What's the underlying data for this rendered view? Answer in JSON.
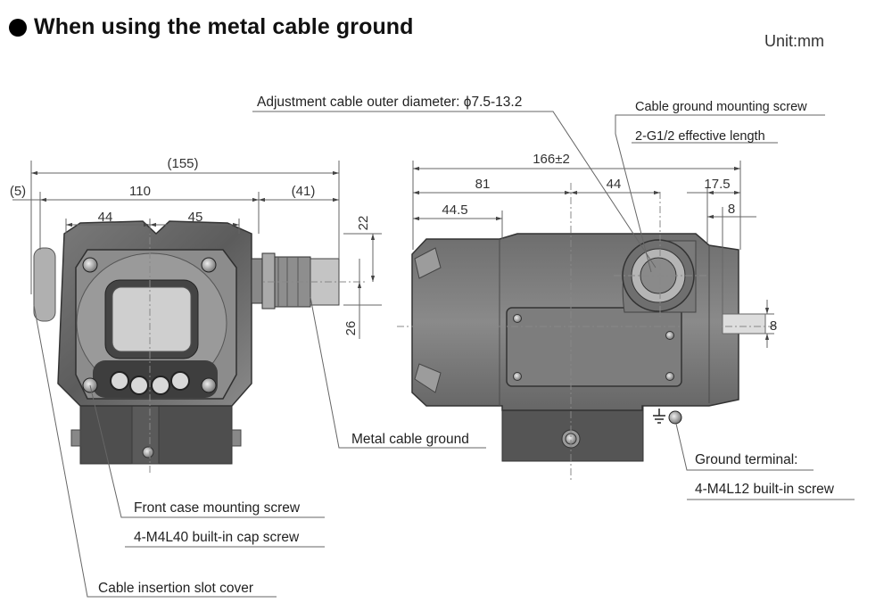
{
  "title": "When using the metal cable ground",
  "unit": "Unit:mm",
  "dimensions": {
    "front_overall": "(155)",
    "front_left_small": "(5)",
    "front_body": "110",
    "front_right": "(41)",
    "front_left_half": "44",
    "front_right_half": "45",
    "front_v_top": "22",
    "front_v_bottom": "26",
    "side_overall": "166±2",
    "side_81": "81",
    "side_44": "44",
    "side_44_5": "44.5",
    "side_17_5": "17.5",
    "side_8_top": "8",
    "side_8_right": "8"
  },
  "labels": {
    "cable_outer": "Adjustment cable outer diameter: ϕ7.5-13.2",
    "cable_ground_screw": "Cable ground mounting screw",
    "effective_length": "2-G1/2 effective length",
    "metal_cable_ground": "Metal cable ground",
    "ground_terminal": "Ground terminal:",
    "ground_terminal_spec": "4-M4L12 built-in screw",
    "front_case_screw": "Front case mounting screw",
    "front_case_spec": "4-M4L40 built-in cap screw",
    "slot_cover": "Cable insertion slot cover"
  },
  "icons": {
    "heading_bullet": "filled-circle-bullet",
    "ground_symbol": "ground-symbol-icon"
  }
}
